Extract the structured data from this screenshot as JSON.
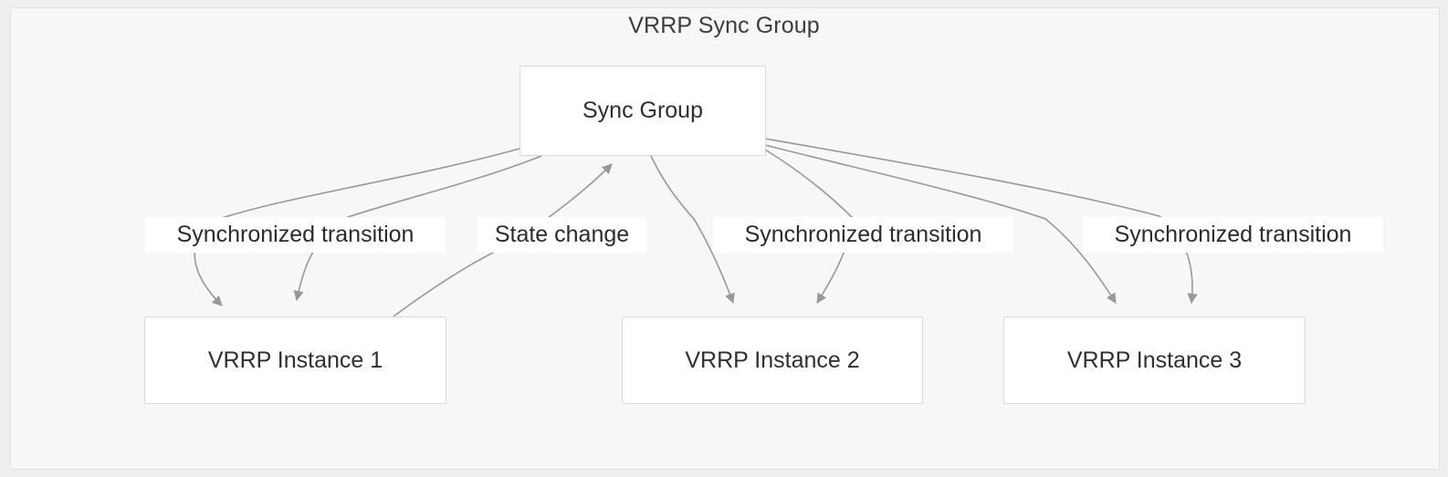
{
  "diagram": {
    "cluster_title": "VRRP Sync Group",
    "nodes": [
      {
        "id": "sync-group",
        "label": "Sync Group"
      },
      {
        "id": "instance-1",
        "label": "VRRP Instance 1"
      },
      {
        "id": "instance-2",
        "label": "VRRP Instance 2"
      },
      {
        "id": "instance-3",
        "label": "VRRP Instance 3"
      }
    ],
    "edge_labels": [
      {
        "id": "edge-label-1",
        "text": "Synchronized transition"
      },
      {
        "id": "edge-label-2",
        "text": "State change"
      },
      {
        "id": "edge-label-3",
        "text": "Synchronized transition"
      },
      {
        "id": "edge-label-4",
        "text": "Synchronized transition"
      }
    ],
    "edges": [
      {
        "from": "sync-group",
        "to": "instance-1",
        "label": "Synchronized transition"
      },
      {
        "from": "sync-group",
        "to": "instance-1",
        "label": "Synchronized transition"
      },
      {
        "from": "instance-1",
        "to": "sync-group",
        "label": "State change"
      },
      {
        "from": "sync-group",
        "to": "instance-2",
        "label": "Synchronized transition"
      },
      {
        "from": "sync-group",
        "to": "instance-2",
        "label": "Synchronized transition"
      },
      {
        "from": "sync-group",
        "to": "instance-3",
        "label": "Synchronized transition"
      },
      {
        "from": "sync-group",
        "to": "instance-3",
        "label": "Synchronized transition"
      }
    ],
    "colors": {
      "page_background": "#f0efed",
      "cluster_background": "#f7f7f7",
      "cluster_border": "#e2e2e2",
      "node_background": "#ffffff",
      "node_border": "#d9d9d9",
      "edge_stroke": "#999999",
      "text": "#2f2f2f",
      "title_text": "#3d3d3d"
    }
  }
}
